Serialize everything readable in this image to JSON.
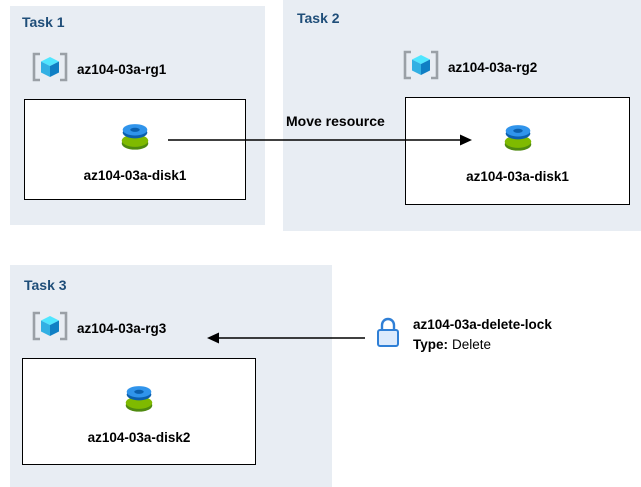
{
  "colors": {
    "panel_bg": "#e8edf3",
    "title": "#1f4e79",
    "box_border": "#000000",
    "arrow": "#000000",
    "lock_stroke": "#2f7fd6"
  },
  "task1": {
    "title": "Task 1",
    "rg_label": "az104-03a-rg1",
    "disk_label": "az104-03a-disk1"
  },
  "task2": {
    "title": "Task 2",
    "rg_label": "az104-03a-rg2",
    "disk_label": "az104-03a-disk1"
  },
  "task3": {
    "title": "Task 3",
    "rg_label": "az104-03a-rg3",
    "disk_label": "az104-03a-disk2"
  },
  "move_arrow": {
    "label": "Move resource"
  },
  "lock": {
    "name": "az104-03a-delete-lock",
    "type_label": "Type:",
    "type_value": "Delete"
  }
}
